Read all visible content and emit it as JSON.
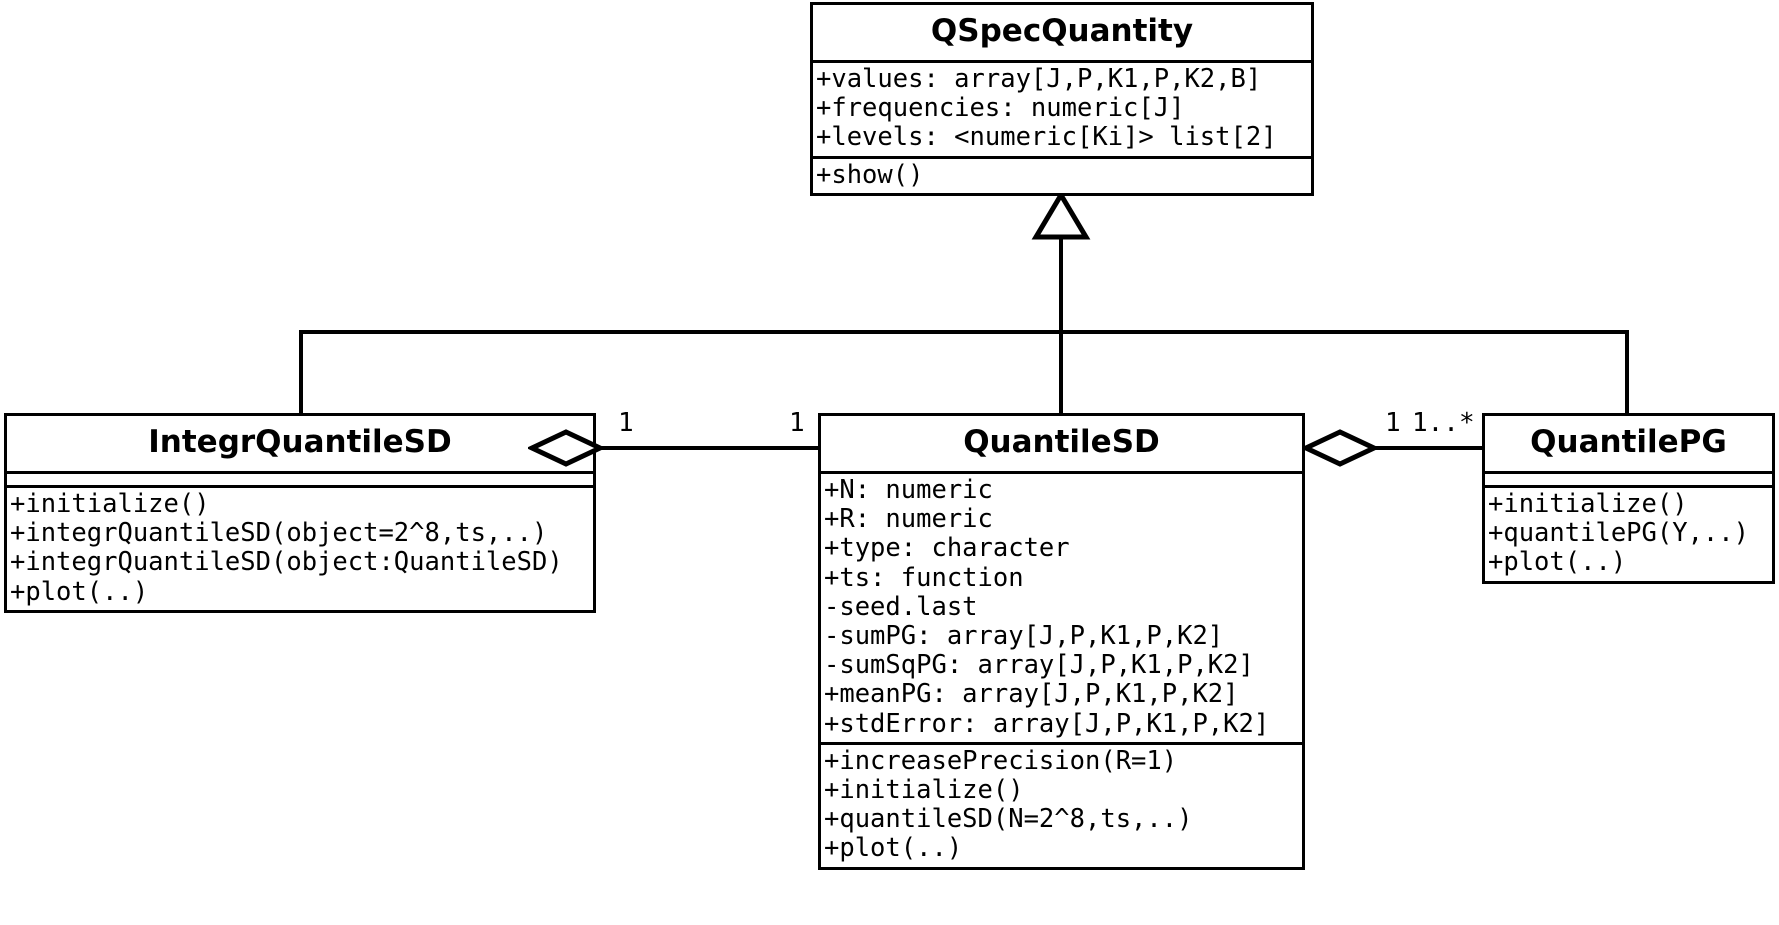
{
  "diagram": {
    "type": "uml-class-diagram",
    "background_color": "#ffffff",
    "line_color": "#000000"
  },
  "classes": {
    "qspecquantity": {
      "name": "QSpecQuantity",
      "attributes": [
        "+values: array[J,P,K1,P,K2,B]",
        "+frequencies: numeric[J]",
        "+levels: <numeric[Ki]> list[2]"
      ],
      "operations": [
        "+show()"
      ]
    },
    "integrquantilesd": {
      "name": "IntegrQuantileSD",
      "attributes": [],
      "operations": [
        "+initialize()",
        "+integrQuantileSD(object=2^8,ts,..)",
        "+integrQuantileSD(object:QuantileSD)",
        "+plot(..)"
      ]
    },
    "quantilesd": {
      "name": "QuantileSD",
      "attributes": [
        "+N: numeric",
        "+R: numeric",
        "+type: character",
        "+ts: function",
        "-seed.last",
        "-sumPG: array[J,P,K1,P,K2]",
        "-sumSqPG: array[J,P,K1,P,K2]",
        "+meanPG: array[J,P,K1,P,K2]",
        "+stdError: array[J,P,K1,P,K2]"
      ],
      "operations": [
        "+increasePrecision(R=1)",
        "+initialize()",
        "+quantileSD(N=2^8,ts,..)",
        "+plot(..)"
      ]
    },
    "quantilepg": {
      "name": "QuantilePG",
      "attributes": [],
      "operations": [
        "+initialize()",
        "+quantilePG(Y,..)",
        "+plot(..)"
      ]
    }
  },
  "relationships": {
    "generalization": {
      "kind": "generalization",
      "parent": "QSpecQuantity",
      "children": [
        "IntegrQuantileSD",
        "QuantileSD",
        "QuantilePG"
      ]
    },
    "aggregation_left": {
      "kind": "aggregation",
      "aggregate": "IntegrQuantileSD",
      "part": "QuantileSD",
      "multiplicity_near_aggregate": "1",
      "multiplicity_near_part": "1"
    },
    "aggregation_right": {
      "kind": "aggregation",
      "aggregate": "QuantileSD",
      "part": "QuantilePG",
      "multiplicity_near_aggregate": "1",
      "multiplicity_near_part": "1..*"
    }
  }
}
